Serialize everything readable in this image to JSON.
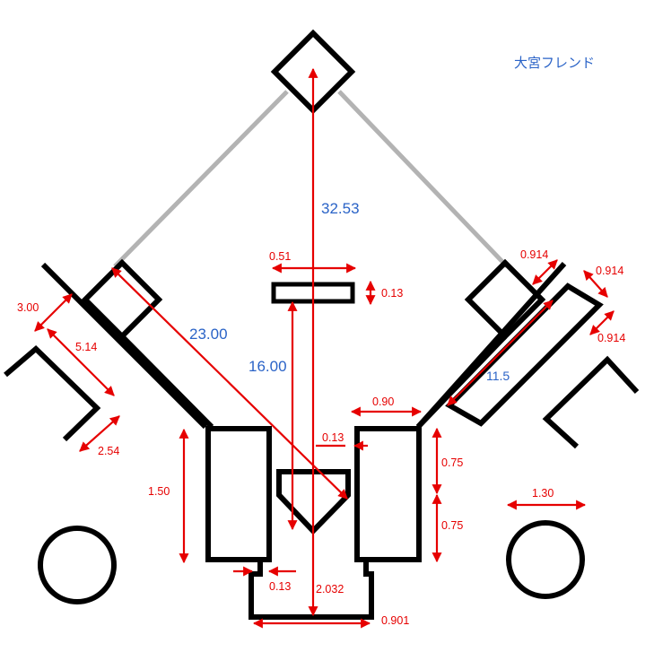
{
  "title": "大宮フレンド",
  "dimensions": {
    "d_32_53": "32.53",
    "d_23_00": "23.00",
    "d_16_00": "16.00",
    "d_11_5": "11.5",
    "d_0_51": "0.51",
    "d_0_13_rubber": "0.13",
    "d_0_914_a": "0.914",
    "d_0_914_b": "0.914",
    "d_0_914_c": "0.914",
    "d_3_00": "3.00",
    "d_5_14": "5.14",
    "d_2_54": "2.54",
    "d_0_90": "0.90",
    "d_0_13_box": "0.13",
    "d_1_50": "1.50",
    "d_0_75_a": "0.75",
    "d_0_75_b": "0.75",
    "d_1_30": "1.30",
    "d_0_13_bottom": "0.13",
    "d_2_032": "2.032",
    "d_0_901": "0.901"
  },
  "colors": {
    "line": "#000000",
    "baseline": "#b3b3b3",
    "dimension": "#e60000",
    "label_blue": "#2a63c7"
  }
}
